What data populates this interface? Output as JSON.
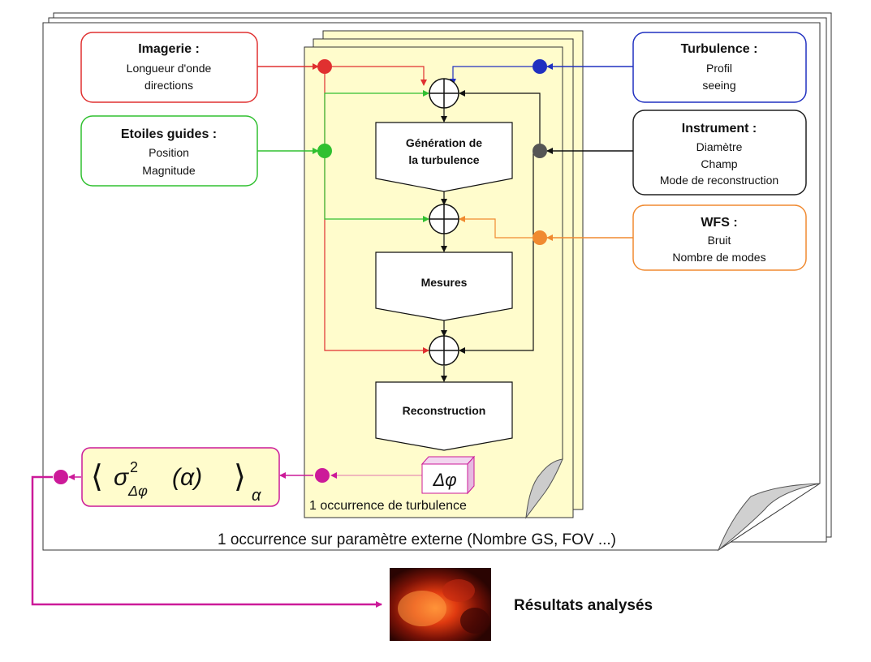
{
  "boxes": {
    "imagerie": {
      "title": "Imagerie :",
      "lines": [
        "Longueur d'onde",
        "directions"
      ]
    },
    "etoiles": {
      "title": "Etoiles guides :",
      "lines": [
        "Position",
        "Magnitude"
      ]
    },
    "turbulence": {
      "title": "Turbulence :",
      "lines": [
        "Profil",
        "seeing"
      ]
    },
    "instrument": {
      "title": "Instrument :",
      "lines": [
        "Diamètre",
        "Champ",
        "Mode de reconstruction"
      ]
    },
    "wfs": {
      "title": "WFS :",
      "lines": [
        "Bruit",
        "Nombre de modes"
      ]
    }
  },
  "blocks": {
    "generation": [
      "Génération de",
      "la turbulence"
    ],
    "mesures": "Mesures",
    "reconstruction": "Reconstruction"
  },
  "delta_phi": "Δφ",
  "formula": {
    "sigma": "σ",
    "exponent": "2",
    "subscript": "Δφ",
    "argument": "(α)",
    "outer_subscript": "α"
  },
  "captions": {
    "inner": "1 occurrence de turbulence",
    "outer": "1 occurrence sur paramètre externe (Nombre GS, FOV ...)"
  },
  "result_label": "Résultats analysés",
  "colors": {
    "imagerie": "#e03030",
    "etoiles": "#30c030",
    "turbulence": "#2030c0",
    "instrument": "#202020",
    "wfs": "#f08a30",
    "pipeline": "#cc1a99",
    "note": "#ffffcc"
  }
}
